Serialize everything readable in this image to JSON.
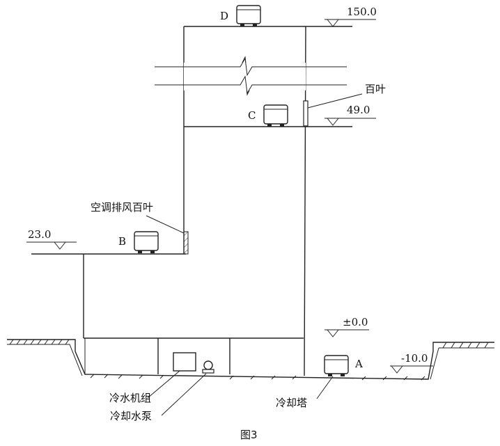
{
  "figure": {
    "caption": "图3",
    "elevations": {
      "top": "150.0",
      "upper": "49.0",
      "podium": "23.0",
      "ground": "±0.0",
      "basement": "-10.0"
    },
    "units": {
      "a": "A",
      "b": "B",
      "c": "C",
      "d": "D"
    },
    "labels": {
      "louver": "百叶",
      "ac_exhaust_louver": "空调排风百叶",
      "chiller": "冷水机组",
      "cooling_pump": "冷却水泵",
      "cooling_tower": "冷却塔"
    }
  }
}
